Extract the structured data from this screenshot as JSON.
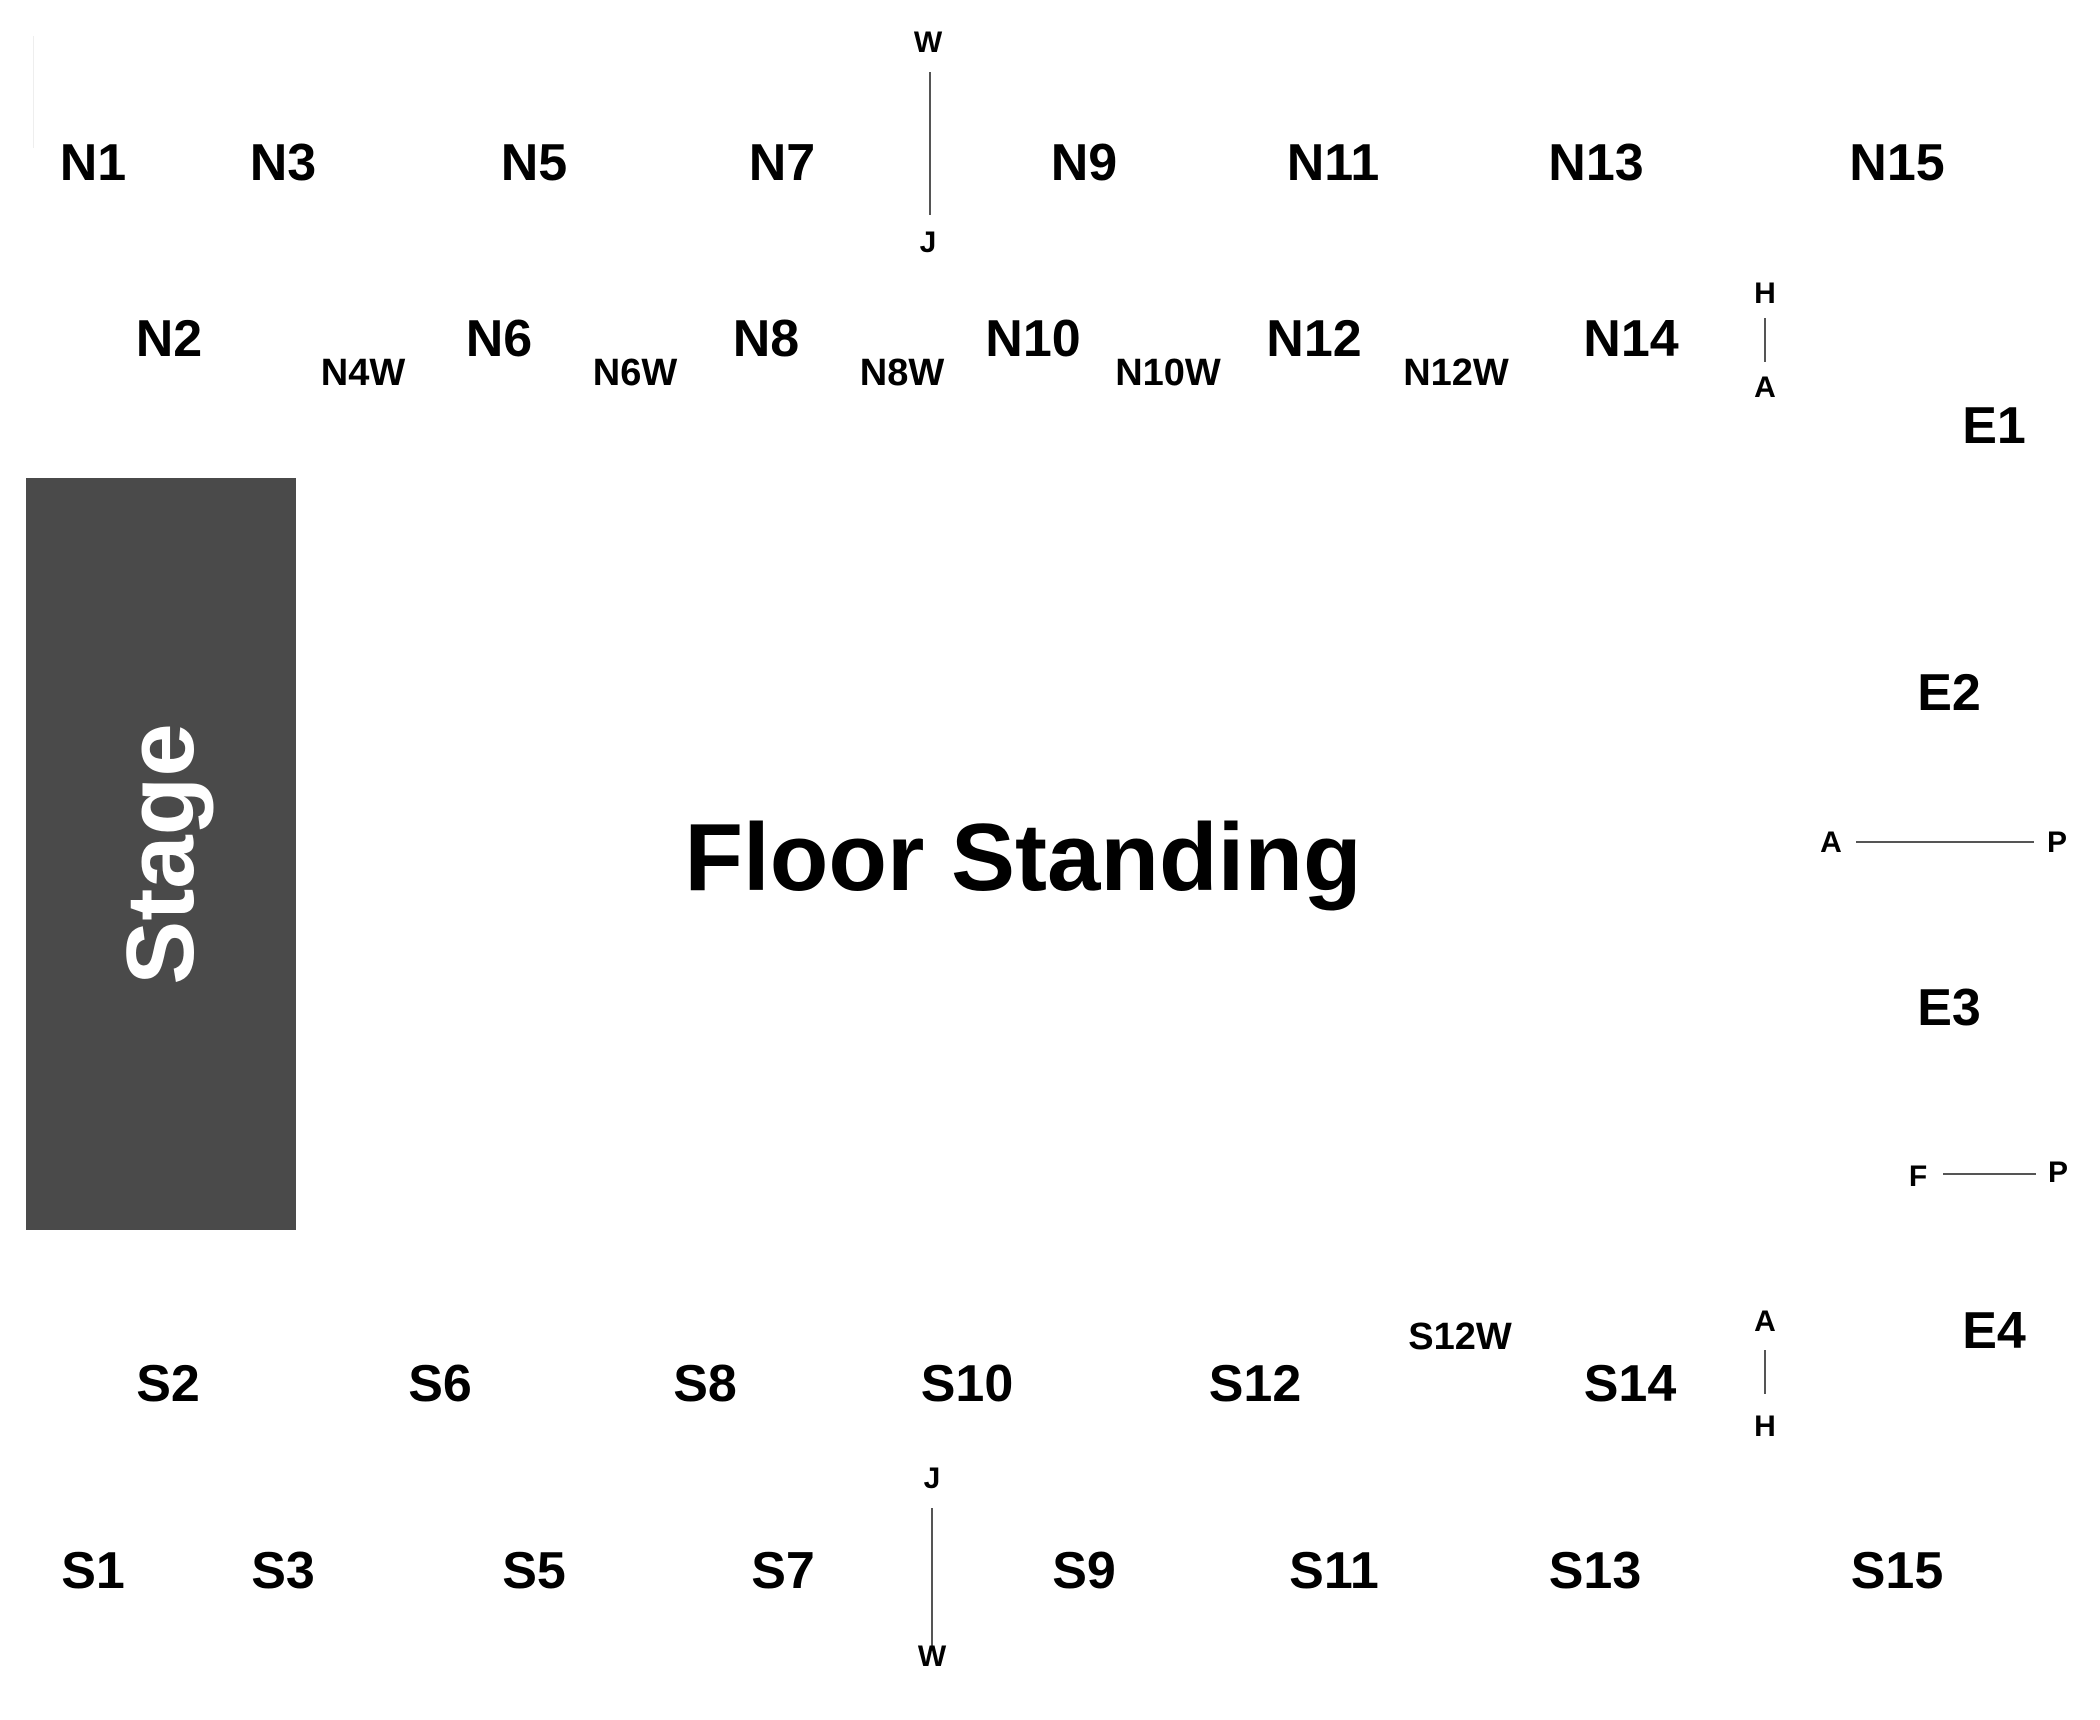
{
  "stage": {
    "label": "Stage"
  },
  "floor": {
    "label": "Floor Standing"
  },
  "north_row1": [
    "N1",
    "N3",
    "N5",
    "N7",
    "N9",
    "N11",
    "N13",
    "N15"
  ],
  "north_row2": [
    "N2",
    "N6",
    "N8",
    "N10",
    "N12",
    "N14"
  ],
  "north_wheelchair": [
    "N4W",
    "N6W",
    "N8W",
    "N10W",
    "N12W"
  ],
  "east": [
    "E1",
    "E2",
    "E3",
    "E4"
  ],
  "south_row1": [
    "S2",
    "S6",
    "S8",
    "S10",
    "S12",
    "S14"
  ],
  "south_wheelchair": [
    "S12W"
  ],
  "south_row2": [
    "S1",
    "S3",
    "S5",
    "S7",
    "S9",
    "S11",
    "S13",
    "S15"
  ],
  "row_markers": {
    "north_top": "W",
    "north_bottom": "J",
    "ne_top": "H",
    "ne_bottom": "A",
    "e_left": "A",
    "e_right": "P",
    "e2_left": "F",
    "e2_right": "P",
    "se_top": "A",
    "se_bottom": "H",
    "south_top": "J",
    "south_bottom": "W"
  }
}
